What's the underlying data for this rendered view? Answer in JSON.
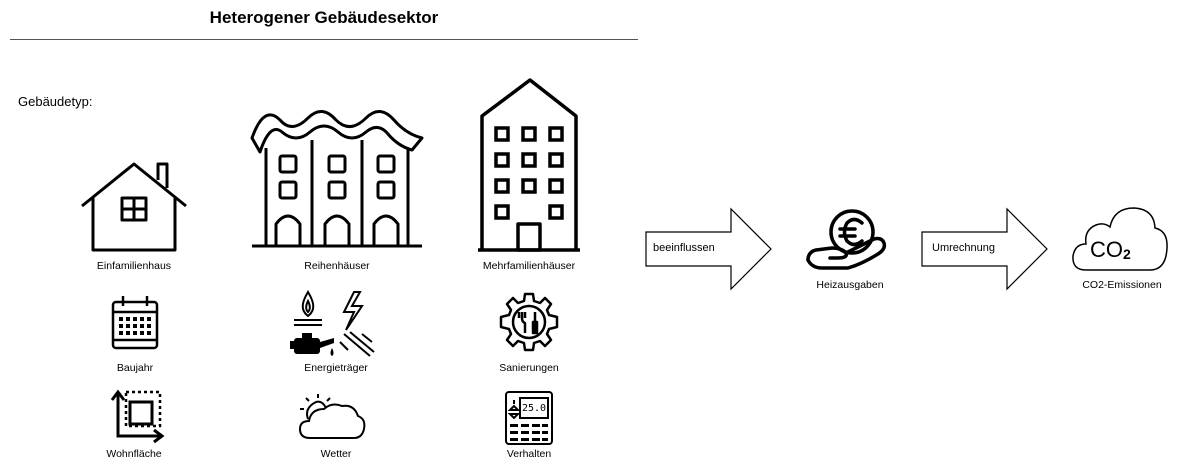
{
  "header": {
    "title": "Heterogener Gebäudesektor"
  },
  "section": {
    "label": "Gebäudetyp:"
  },
  "buildings": [
    {
      "label": "Einfamilienhaus",
      "icon": "house-icon"
    },
    {
      "label": "Reihenhäuser",
      "icon": "row-houses-icon"
    },
    {
      "label": "Mehrfamilienhäuser",
      "icon": "apartment-building-icon"
    }
  ],
  "factors": [
    {
      "label": "Baujahr",
      "icon": "calendar-icon"
    },
    {
      "label": "Energieträger",
      "icon": "energy-carriers-icon"
    },
    {
      "label": "Sanierungen",
      "icon": "renovation-gear-icon"
    },
    {
      "label": "Wohnfläche",
      "icon": "floor-area-icon"
    },
    {
      "label": "Wetter",
      "icon": "weather-icon"
    },
    {
      "label": "Verhalten",
      "icon": "thermostat-icon"
    }
  ],
  "thermostat_display": "25.0",
  "flow": {
    "arrow1_label": "beeinflussen",
    "node1_label": "Heizausgaben",
    "node1_icon": "euro-coin-hand-icon",
    "arrow2_label": "Umrechnung",
    "node2_label": "CO2-Emissionen",
    "node2_icon": "co2-cloud-icon",
    "cloud_text": "CO",
    "cloud_subscript": "2"
  }
}
